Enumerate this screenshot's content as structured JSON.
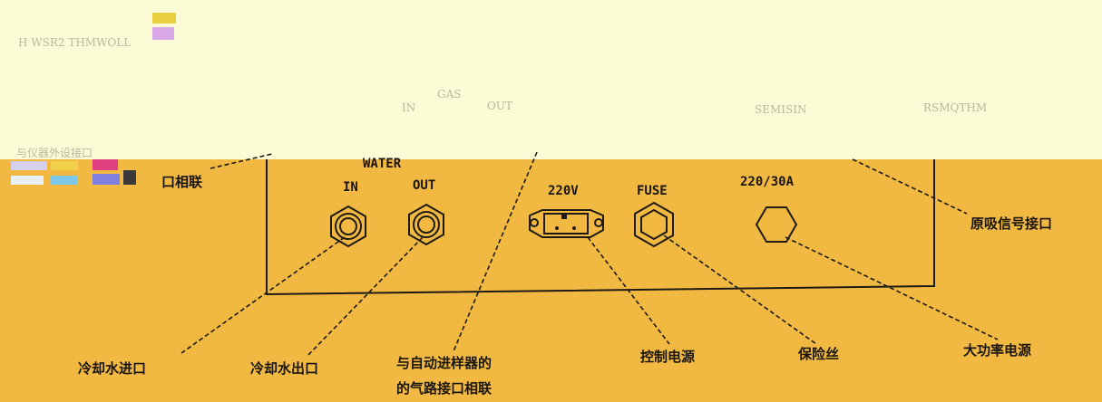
{
  "top_faint": {
    "header_text": "H WSR2 THMWOLL",
    "gas": "GAS",
    "gas_in": "IN",
    "gas_out": "OUT",
    "right_a": "SEMISIN",
    "right_b": "RSMQTHM",
    "bottom_left": "与仪器外设接口"
  },
  "panel": {
    "water": "WATER",
    "water_in": "IN",
    "water_out": "OUT",
    "power_220v": "220V",
    "fuse": "FUSE",
    "power_30a": "220/30A"
  },
  "callouts": {
    "top_left_partial": "口相联",
    "original_signal_port": "原吸信号接口",
    "cooling_water_inlet": "冷却水进口",
    "cooling_water_outlet": "冷却水出口",
    "autosampler_gas_line_1": "与自动进样器的",
    "autosampler_gas_line_2": "的气路接口相联",
    "control_power": "控制电源",
    "fuse": "保险丝",
    "high_power_supply": "大功率电源"
  }
}
